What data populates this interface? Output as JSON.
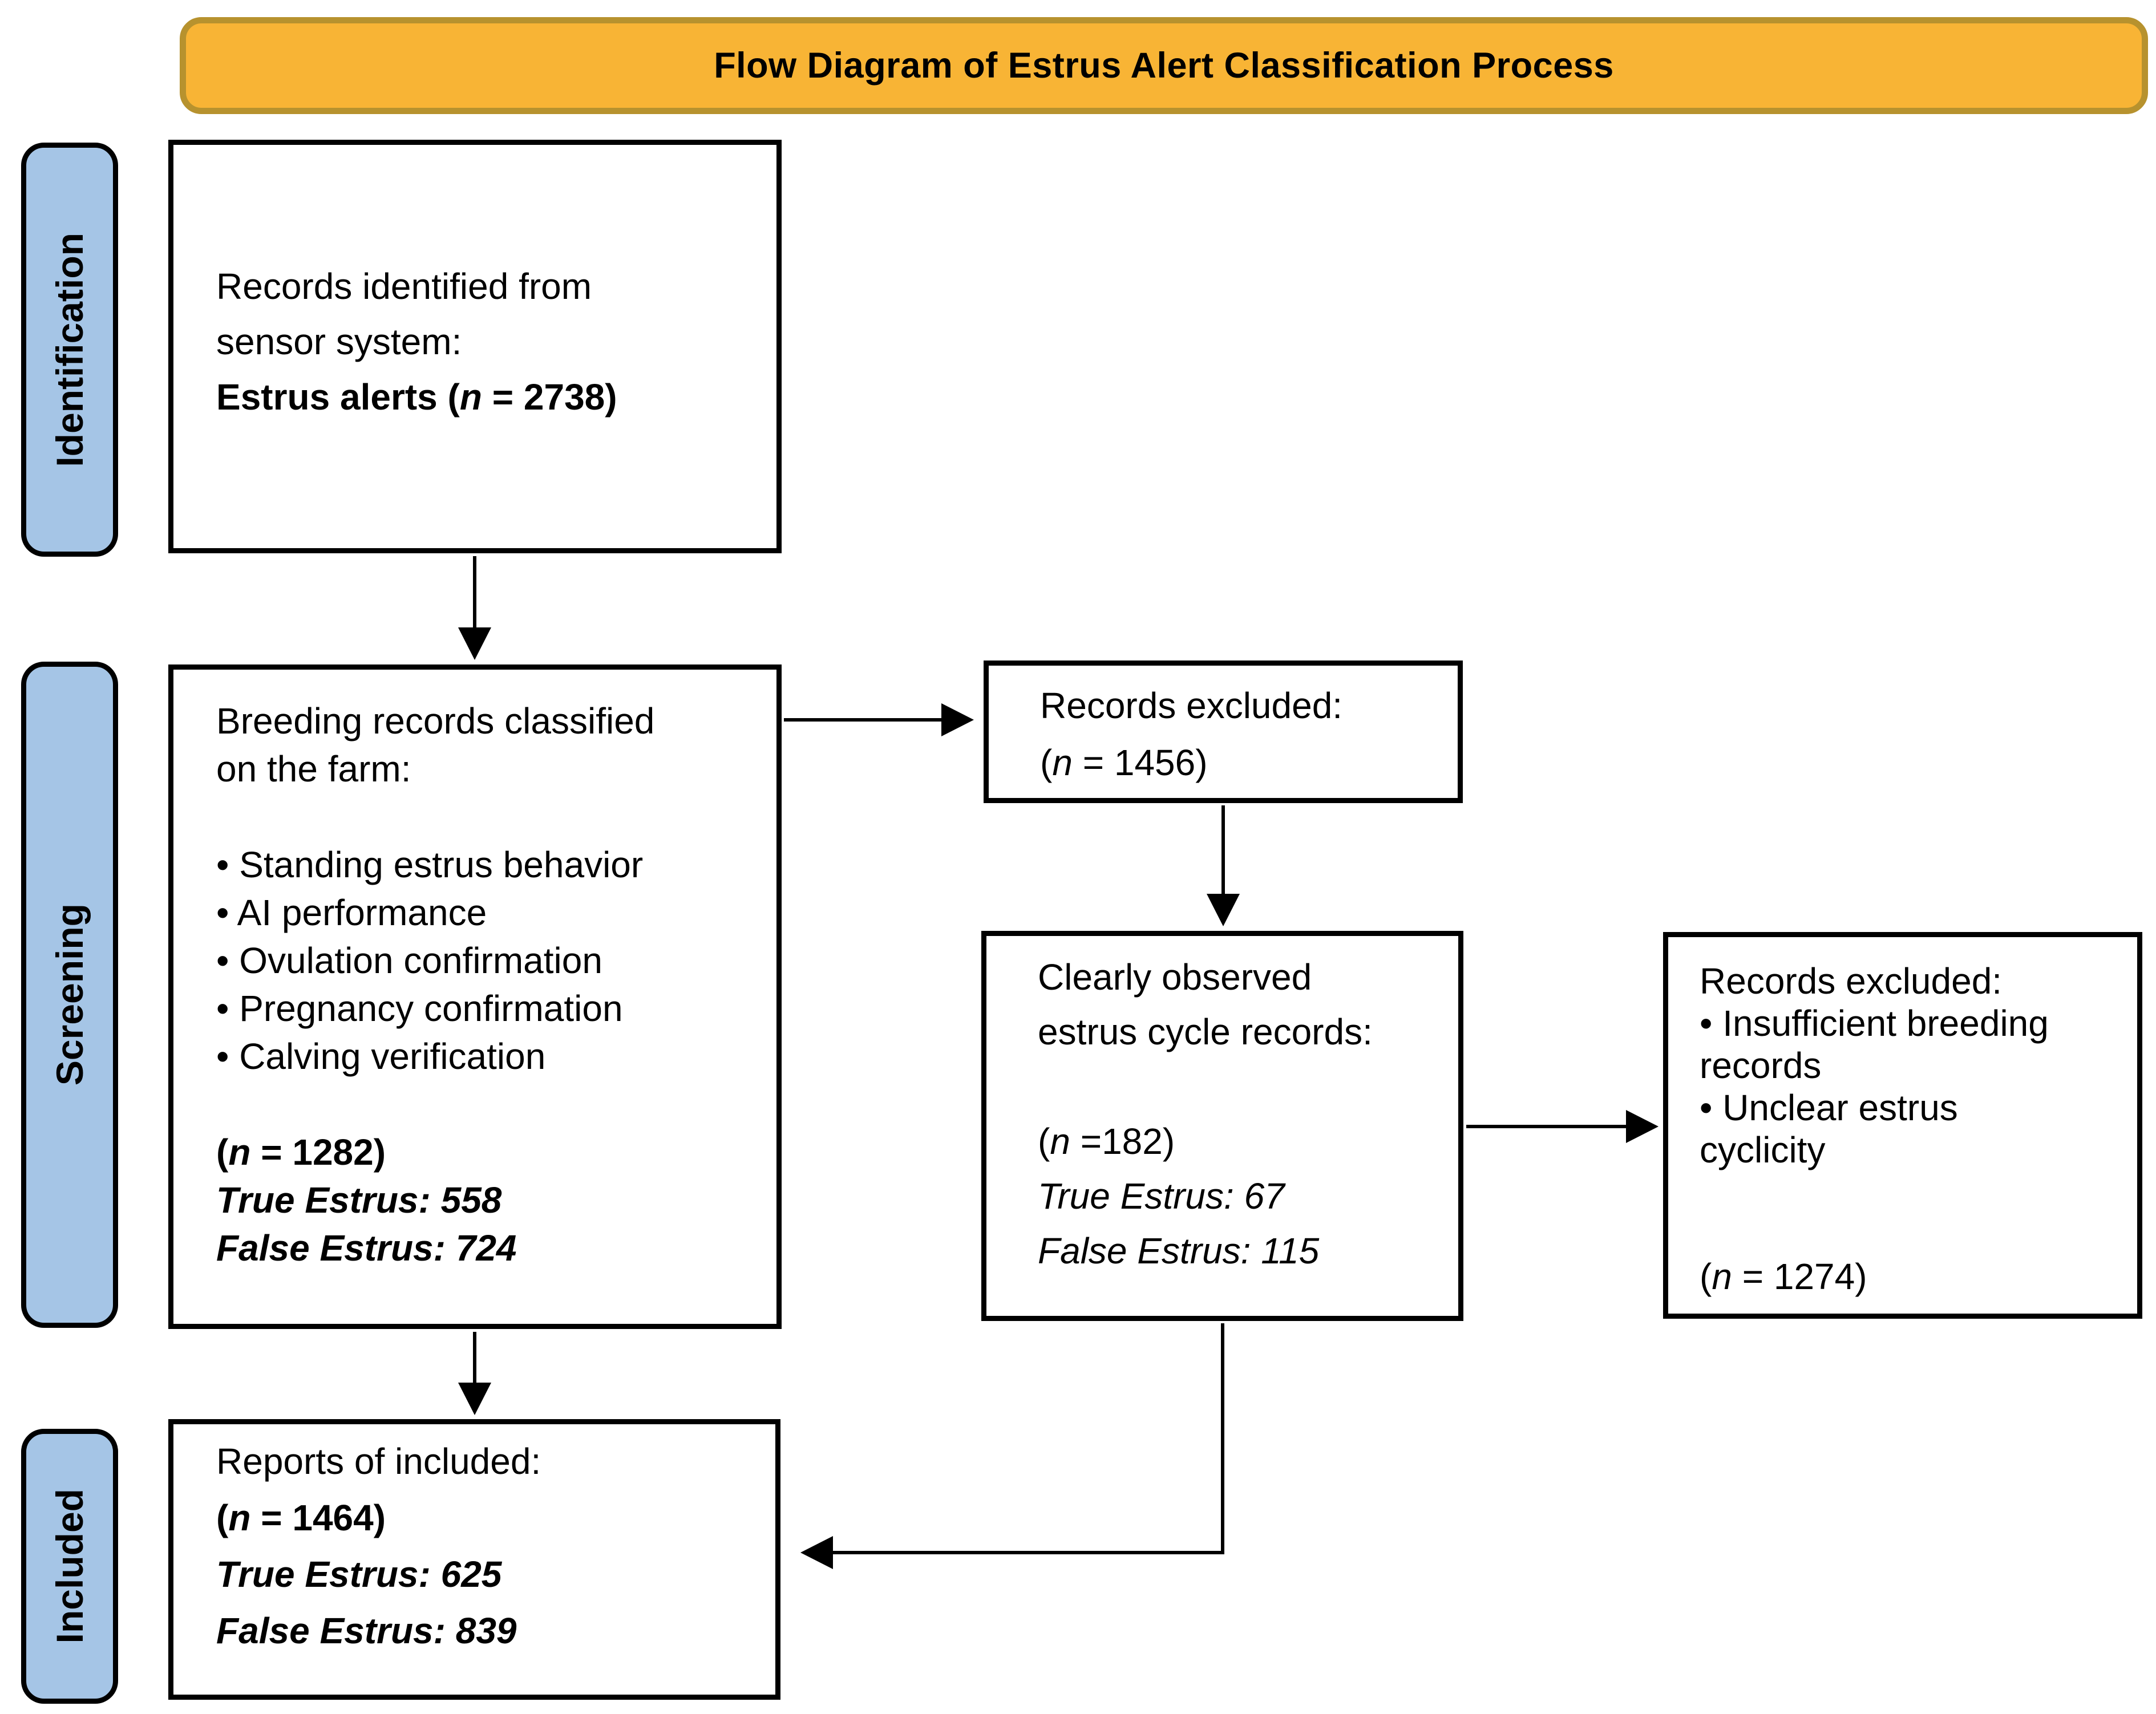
{
  "title": {
    "text": "Flow Diagram of Estrus Alert Classification Process"
  },
  "sidebar_stages": [
    {
      "id": "identification",
      "label": "Identification"
    },
    {
      "id": "screening",
      "label": "Screening"
    },
    {
      "id": "included",
      "label": "Included"
    }
  ],
  "boxes": {
    "records_identified": {
      "lines": [
        {
          "text": "Records identified from",
          "style": "normal"
        },
        {
          "text": "sensor system:",
          "style": "normal"
        },
        {
          "text": "Estrus alerts (n = 2738)",
          "style": "bold"
        }
      ]
    },
    "breeding_records": {
      "lines": [
        {
          "text": "Breeding records classified",
          "style": "normal"
        },
        {
          "text": "on the farm:",
          "style": "normal"
        },
        {
          "text": "",
          "style": "normal"
        },
        {
          "text": "• Standing estrus behavior",
          "style": "normal"
        },
        {
          "text": "• AI performance",
          "style": "normal"
        },
        {
          "text": "• Ovulation confirmation",
          "style": "normal"
        },
        {
          "text": "• Pregnancy confirmation",
          "style": "normal"
        },
        {
          "text": "• Calving verification",
          "style": "normal"
        },
        {
          "text": "",
          "style": "normal"
        },
        {
          "text": "(n = 1282)",
          "style": "bold"
        },
        {
          "text": "True Estrus: 558",
          "style": "bold-italic"
        },
        {
          "text": "False Estrus: 724",
          "style": "bold-italic"
        }
      ]
    },
    "records_excluded_screening": {
      "lines": [
        {
          "text": "Records excluded:",
          "style": "normal"
        },
        {
          "text": "(n = 1456)",
          "style": "normal"
        }
      ]
    },
    "clearly_observed": {
      "lines": [
        {
          "text": "Clearly observed",
          "style": "normal"
        },
        {
          "text": "estrus cycle records:",
          "style": "normal"
        },
        {
          "text": "",
          "style": "normal"
        },
        {
          "text": "(n =182)",
          "style": "normal"
        },
        {
          "text": "True Estrus: 67",
          "style": "italic"
        },
        {
          "text": "False Estrus: 115",
          "style": "italic"
        }
      ]
    },
    "records_excluded_cyclicity": {
      "lines": [
        {
          "text": "Records excluded:",
          "style": "normal"
        },
        {
          "text": "• Insufficient breeding",
          "style": "normal"
        },
        {
          "text": "records",
          "style": "normal"
        },
        {
          "text": "• Unclear estrus",
          "style": "normal"
        },
        {
          "text": "cyclicity",
          "style": "normal"
        },
        {
          "text": "",
          "style": "normal"
        },
        {
          "text": "",
          "style": "normal"
        },
        {
          "text": "(n = 1274)",
          "style": "normal"
        }
      ]
    },
    "reports_included": {
      "lines": [
        {
          "text": "Reports of included:",
          "style": "normal"
        },
        {
          "text": "(n = 1464)",
          "style": "bold"
        },
        {
          "text": "True Estrus: 625",
          "style": "bold-italic"
        },
        {
          "text": "False Estrus: 839",
          "style": "bold-italic"
        }
      ]
    }
  },
  "colors": {
    "title_fill": "#f8b435",
    "title_border": "#b7922e",
    "stage_fill": "#a5c5e6",
    "stage_border": "#000000",
    "box_border": "#000000",
    "arrow": "#000000",
    "text": "#000000",
    "background": "#ffffff"
  }
}
